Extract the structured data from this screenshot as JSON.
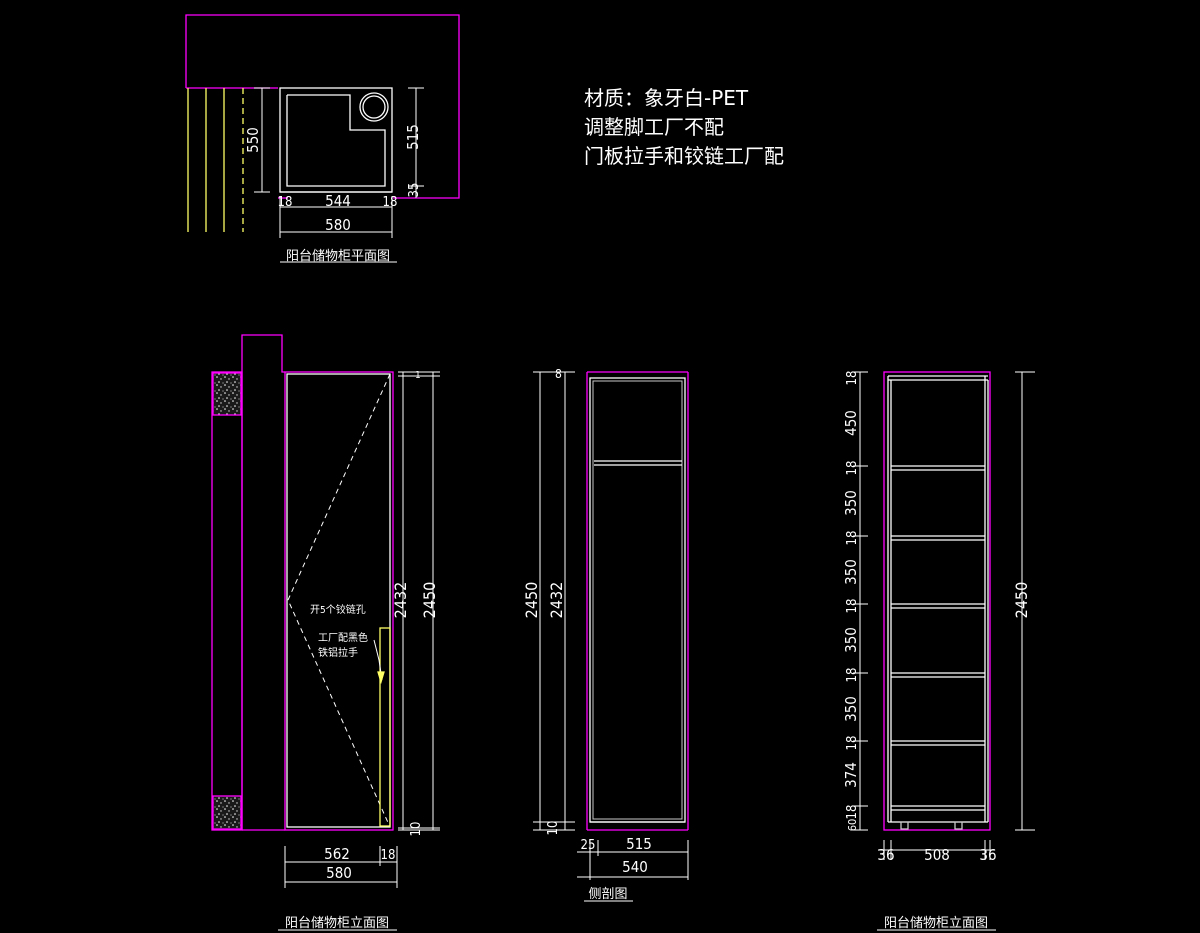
{
  "notes": [
    "材质：象牙白-PET",
    "调整脚工厂不配",
    "门板拉手和铰链工厂配"
  ],
  "plan": {
    "title": "阳台储物柜平面图",
    "dims": {
      "depth": "550",
      "depth_inner": "515",
      "foot": "35",
      "left_panel": "18",
      "inner_width": "544",
      "right_panel": "18",
      "total_width": "580"
    }
  },
  "front_view": {
    "title": "阳台储物柜立面图",
    "hinge_note": "开5个铰链孔",
    "handle_note_1": "工厂配黑色",
    "handle_note_2": "铁铝拉手",
    "dims": {
      "top_gap": "1",
      "height": "2432",
      "total_height": "2450",
      "bottom": "10",
      "door_width": "562",
      "side": "18",
      "total_width": "580"
    }
  },
  "side_view": {
    "title": "侧剖图",
    "dims": {
      "top": "8",
      "total_height": "2450",
      "height": "2432",
      "bottom": "10",
      "back": "25",
      "depth": "515",
      "total_depth": "540"
    }
  },
  "inner_view": {
    "title": "阳台储物柜立面图",
    "shelf_dims": [
      "18",
      "450",
      "18",
      "350",
      "18",
      "350",
      "18",
      "350",
      "18",
      "350",
      "18",
      "374",
      "18",
      "60"
    ],
    "total_height": "2450",
    "bottom_dims": [
      "36",
      "508",
      "36"
    ]
  },
  "colors": {
    "background": "#000000",
    "magenta": "#ff00ff",
    "white": "#ffffff",
    "yellow": "#ffff66",
    "gray": "#c8c8c8"
  }
}
